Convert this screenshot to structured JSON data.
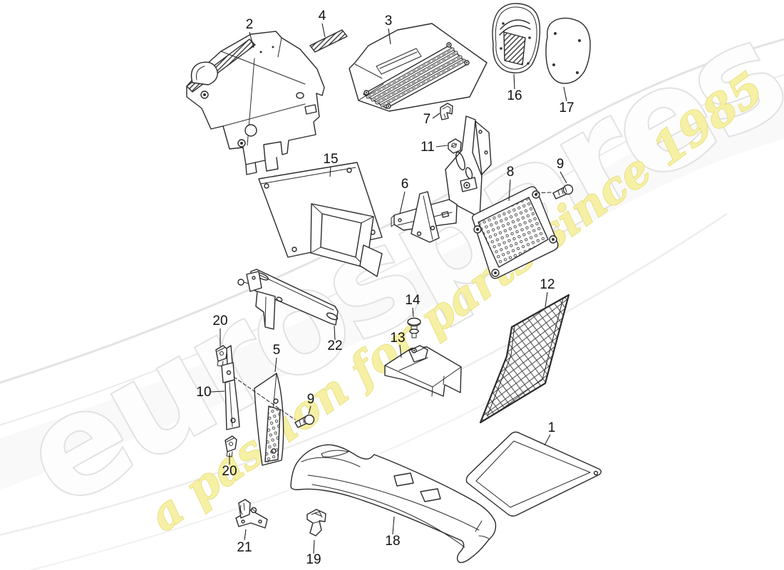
{
  "diagram": {
    "background": "#ffffff",
    "line_color": "#2b2b2b",
    "label_color": "#111111"
  },
  "watermark": {
    "brand": "eurospares",
    "tagline": "a passion for parts since 1985",
    "brand_fill": "#fdfdfd",
    "brand_outline": "#e2e2e2",
    "tagline_fill": "#f5f0a4",
    "tagline_outline": "#e6da72"
  },
  "labels": [
    {
      "text": "2"
    },
    {
      "text": "4"
    },
    {
      "text": "3"
    },
    {
      "text": "16"
    },
    {
      "text": "17"
    },
    {
      "text": "7"
    },
    {
      "text": "11"
    },
    {
      "text": "15"
    },
    {
      "text": "6"
    },
    {
      "text": "8"
    },
    {
      "text": "9"
    },
    {
      "text": "22"
    },
    {
      "text": "20"
    },
    {
      "text": "10"
    },
    {
      "text": "5"
    },
    {
      "text": "9"
    },
    {
      "text": "20"
    },
    {
      "text": "12"
    },
    {
      "text": "14"
    },
    {
      "text": "13"
    },
    {
      "text": "1"
    },
    {
      "text": "18"
    },
    {
      "text": "21"
    },
    {
      "text": "19"
    }
  ]
}
